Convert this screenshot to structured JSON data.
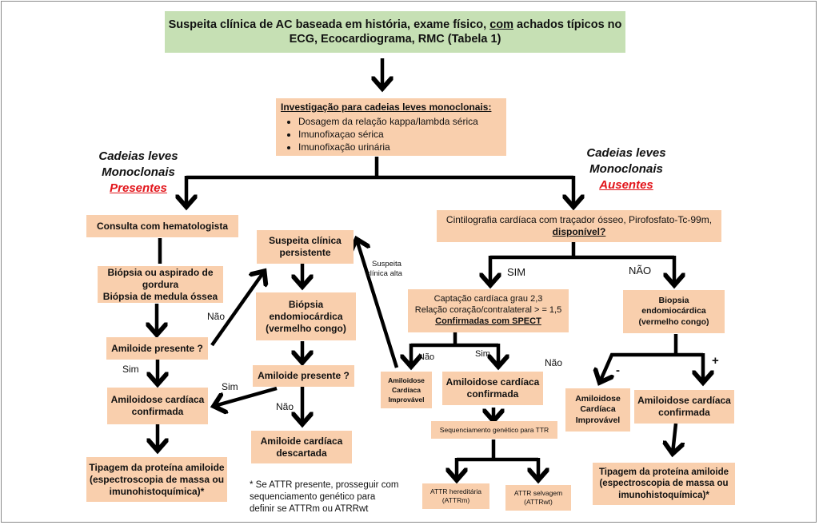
{
  "title_box": {
    "line1_pre": "Suspeita clínica de AC baseada em história, exame físico, ",
    "line1_u": "com",
    "line1_post": " achados típicos no",
    "line2": "ECG, Ecocardiograma, RMC (Tabela 1)"
  },
  "investigation": {
    "heading": "Investigação para cadeias leves monoclonais:",
    "items": [
      "Dosagem da relação kappa/lambda sérica",
      "Imunofixaçao sérica",
      "Imunofixação urinária"
    ]
  },
  "branch_present": {
    "line1": "Cadeias leves",
    "line2": "Monoclonais",
    "status": "Presentes"
  },
  "branch_absent": {
    "line1": "Cadeias leves",
    "line2": "Monoclonais",
    "status": "Ausentes"
  },
  "left": {
    "hematologist": "Consulta com hematologista",
    "biopsy_line1": "Biópsia ou aspirado de gordura",
    "biopsy_line2": "Biópsia de medula óssea",
    "amyloid_present": "Amiloide presente ?",
    "confirmed_line1": "Amiloidose cardíaca",
    "confirmed_line2": "confirmada",
    "typing_line1": "Tipagem da proteína amiloide",
    "typing_line2": "(espectroscopia de massa ou",
    "typing_line3": "imunohistoquímica)*"
  },
  "middle": {
    "suspicion_line1": "Suspeita clínica",
    "suspicion_line2": "persistente",
    "endo_line1": "Biópsia",
    "endo_line2": "endomiocárdica",
    "endo_line3": "(vermelho congo)",
    "amyloid_present": "Amiloide presente ?",
    "discarded_line1": "Amiloide cardíaca",
    "discarded_line2": "descartada"
  },
  "footnote": {
    "line1": "* Se ATTR presente, prosseguir com",
    "line2": "sequenciamento genético para",
    "line3": "definir se ATTRm ou ATRRwt"
  },
  "right": {
    "scinti_line1": "Cintilografia cardíaca com traçador ósseo, Pirofosfato-Tc-99m,",
    "scinti_line2": "disponível?",
    "uptake_line1": "Captação cardíaca grau 2,3",
    "uptake_line2": "Relação coração/contralateral > = 1,5",
    "uptake_line3": "Confirmadas com SPECT",
    "improbable_small_line1": "Amiloidose",
    "improbable_small_line2": "Cardíaca",
    "improbable_small_line3": "Improvável",
    "confirmed_line1": "Amiloidose cardíaca",
    "confirmed_line2": "confirmada",
    "sequencing": "Sequenciamento genético para TTR",
    "hereditary_line1": "ATTR hereditária",
    "hereditary_line2": "(ATTRm)",
    "wild_line1": "ATTR  selvagem",
    "wild_line2": "(ATTRwt)",
    "biopsy_line1": "Biopsia",
    "biopsy_line2": "endomiocárdica",
    "biopsy_line3": "(vermelho congo)",
    "improbable_line1": "Amiloidose",
    "improbable_line2": "Cardíaca",
    "improbable_line3": "Improvável",
    "confirmed2_line1": "Amiloidose cardíaca",
    "confirmed2_line2": "confirmada",
    "typing_line1": "Tipagem da proteína amiloide",
    "typing_line2": "(espectroscopia de massa ou",
    "typing_line3": "imunohistoquímica)*"
  },
  "edge_labels": {
    "nao_left": "Não",
    "sim_left": "Sim",
    "sim_mid": "Sim",
    "nao_mid": "Não",
    "high_suspicion_line1": "Suspeita",
    "high_suspicion_line2": "clínica alta",
    "sim_upper": "SIM",
    "nao_upper": "NÃO",
    "nao_uptake": "Não",
    "sim_uptake": "Sim",
    "nao_floating": "Não",
    "minus": "-",
    "plus": "+"
  },
  "colors": {
    "box_fill": "#f9cfad",
    "title_fill": "#c6e0b4",
    "status_red": "#e2141a",
    "arrow": "#000000"
  }
}
